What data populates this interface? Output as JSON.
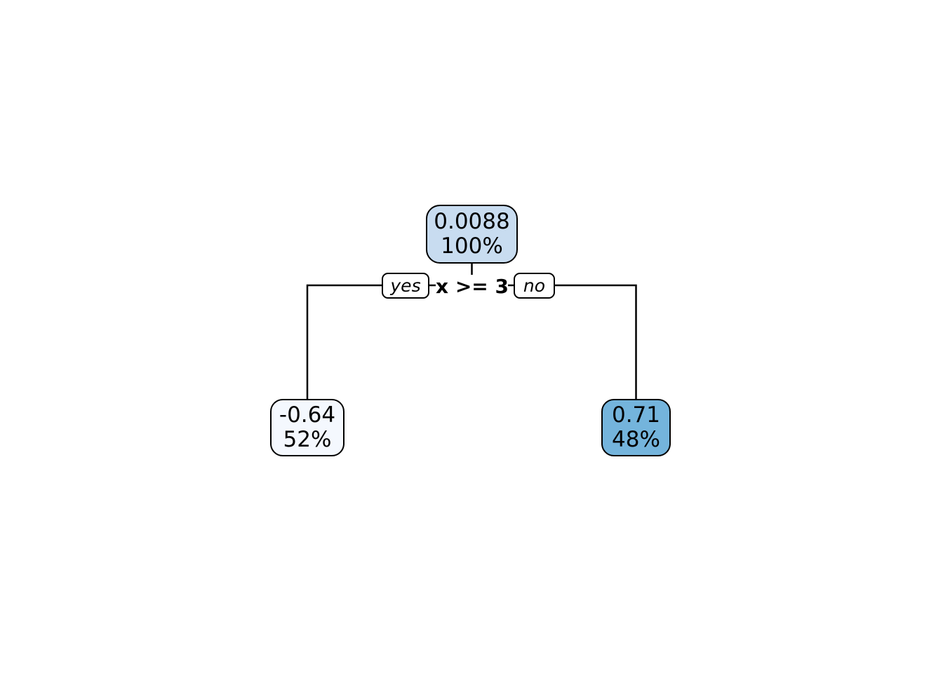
{
  "chart_data": {
    "type": "diagram",
    "diagram_type": "decision-tree",
    "title": "",
    "background_color": "#ffffff",
    "node_border_color": "#000000",
    "edge_color": "#000000",
    "nodes": [
      {
        "id": "root",
        "role": "root",
        "value": "0.0088",
        "percent": "100%",
        "fill": "#c8dcf0"
      },
      {
        "id": "leaf-left",
        "role": "leaf",
        "branch": "yes",
        "value": "-0.64",
        "percent": "52%",
        "fill": "#f4f8fe"
      },
      {
        "id": "leaf-right",
        "role": "leaf",
        "branch": "no",
        "value": "0.71",
        "percent": "48%",
        "fill": "#74b4dc"
      }
    ],
    "splits": [
      {
        "from": "root",
        "condition": "x >= 3",
        "yes_label": "yes",
        "yes_to": "leaf-left",
        "no_label": "no",
        "no_to": "leaf-right"
      }
    ]
  },
  "tree": {
    "root": {
      "value": "0.0088",
      "percent": "100%"
    },
    "split": {
      "condition": "x >= 3",
      "yes_label": "yes",
      "no_label": "no"
    },
    "leaf_left": {
      "value": "-0.64",
      "percent": "52%"
    },
    "leaf_right": {
      "value": "0.71",
      "percent": "48%"
    }
  }
}
